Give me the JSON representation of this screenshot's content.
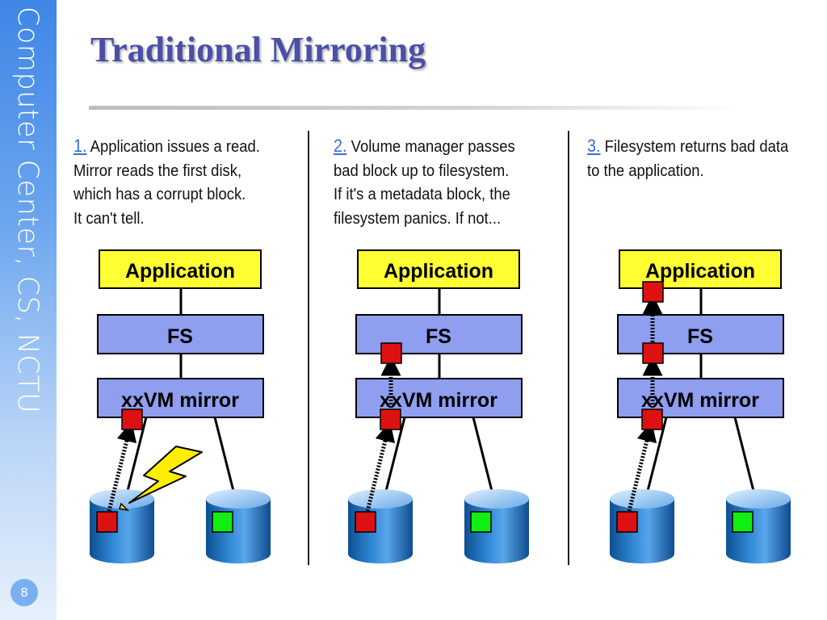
{
  "sidebar": {
    "text": "Computer Center, CS, NCTU"
  },
  "page_number": "8",
  "title": "Traditional Mirroring",
  "steps": [
    {
      "num": "1.",
      "lines": [
        "Application issues a read.",
        "Mirror reads the first disk,",
        "which has a corrupt block.",
        "It can't tell."
      ]
    },
    {
      "num": "2.",
      "lines": [
        "Volume manager passes",
        "bad block up to filesystem.",
        "If it's a metadata block, the",
        "filesystem panics.  If not..."
      ]
    },
    {
      "num": "3.",
      "lines": [
        "Filesystem returns bad data",
        "to the application."
      ]
    }
  ],
  "diagram_labels": {
    "application": "Application",
    "fs": "FS",
    "mirror": "xxVM mirror"
  },
  "colors": {
    "application_box": "#ffff33",
    "layer_box": "#8f9eef",
    "bad_block": "#dd1111",
    "good_block": "#11ee11",
    "disk": "#1a6bb5",
    "lightning": "#ffee00",
    "title": "#4b4fa8",
    "step_number": "#3a6fd0"
  }
}
